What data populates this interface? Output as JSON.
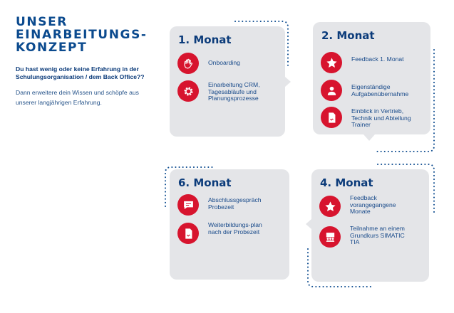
{
  "intro": {
    "title_line1": "UNSER",
    "title_line2": "EINARBEITUNGS-",
    "title_line3": "KONZEPT",
    "lead": "Du hast wenig oder keine Erfahrung in der Schulungsorganisation / dem Back Office??",
    "body": "Dann erweitere dein Wissen und schöpfe aus unserer langjährigen Erfahrung."
  },
  "colors": {
    "accent": "#d7142e",
    "card_bg": "#e4e5e8",
    "text": "#0b3b7a"
  },
  "cards": [
    {
      "title": "1. Monat",
      "items": [
        {
          "icon": "hand-wave-icon",
          "label": "Onboarding"
        },
        {
          "icon": "gear-icon",
          "label": "Einarbeitung CRM, Tagesabläufe und Planungsprozesse"
        }
      ]
    },
    {
      "title": "2. Monat",
      "items": [
        {
          "icon": "star-icon",
          "label": "Feedback 1. Monat"
        },
        {
          "icon": "person-icon",
          "label": "Eigenständige Aufgabenübernahme"
        },
        {
          "icon": "document-icon",
          "label": "Einblick in Vertrieb, Technik und Abteilung Trainer"
        }
      ]
    },
    {
      "title": "6. Monat",
      "items": [
        {
          "icon": "speech-bubble-icon",
          "label": "Abschlussgespräch Probezeit"
        },
        {
          "icon": "document-icon",
          "label": "Weiterbildungs-plan nach der Probezeit"
        }
      ]
    },
    {
      "title": "4. Monat",
      "items": [
        {
          "icon": "star-icon",
          "label": "Feedback vorangegangene Monate"
        },
        {
          "icon": "classroom-icon",
          "label": "Teilnahme an einem Grundkurs SIMATIC TIA"
        }
      ]
    }
  ]
}
